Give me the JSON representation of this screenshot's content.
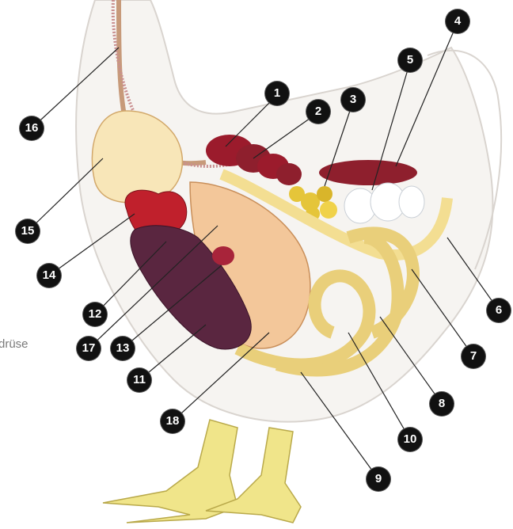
{
  "labels": {
    "l1": "1",
    "l2": "2",
    "l3": "3",
    "l4": "4",
    "l5": "5",
    "l6": "6",
    "l7": "7",
    "l8": "8",
    "l9": "9",
    "l10": "10",
    "l11": "11",
    "l12": "12",
    "l13": "13",
    "l14": "14",
    "l15": "15",
    "l16": "16",
    "l17": "17",
    "l18": "18"
  },
  "side_text": "drüse",
  "colors": {
    "body_outline": "#d9d4cf",
    "body_fill": "#f6f4f1",
    "crop": "#f8e6b8",
    "lung": "#9b1b2c",
    "kidney": "#8e1f2d",
    "liver": "#5a2640",
    "heart": "#c0202c",
    "ovary": "#e5c53a",
    "intestine": "#f3de92",
    "marker": "#111111",
    "leg": "#f0e58a"
  }
}
